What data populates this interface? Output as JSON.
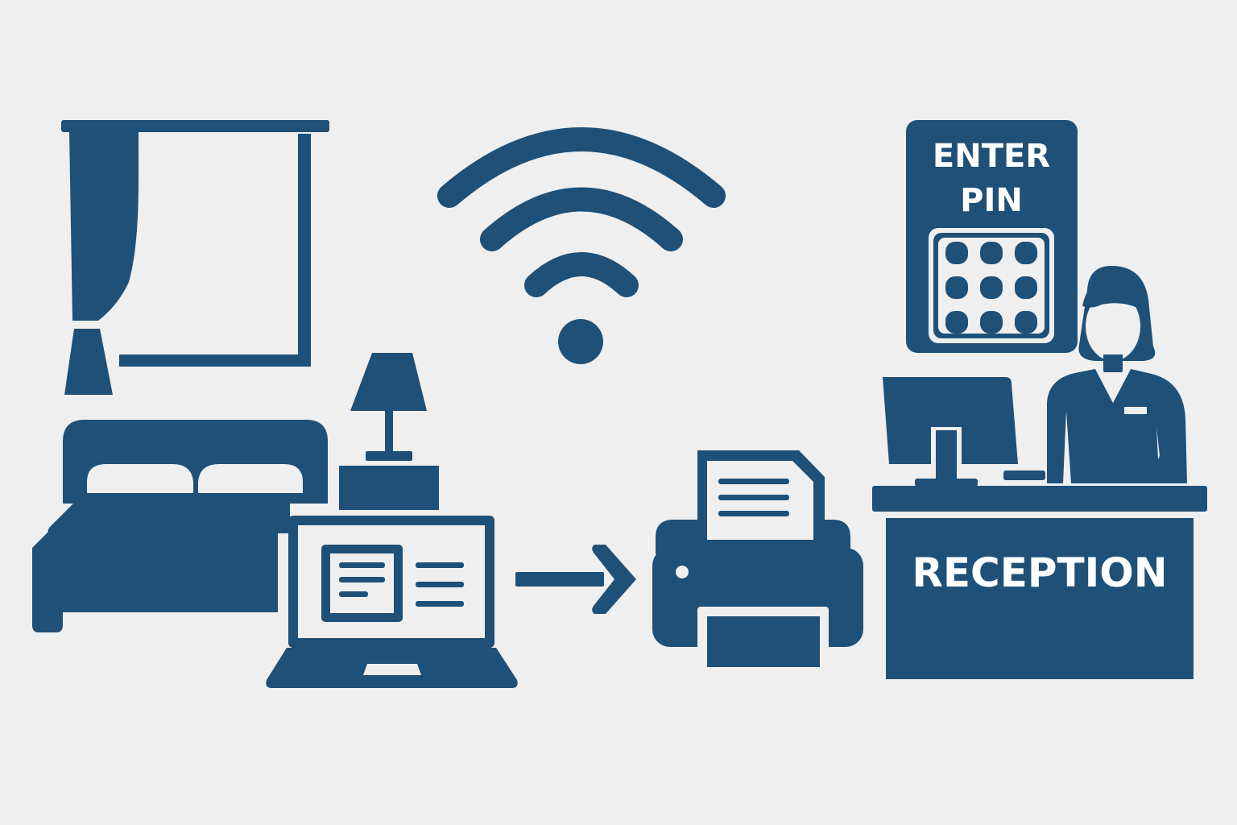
{
  "colors": {
    "primary": "#1e5078",
    "background": "#efefef",
    "contrast": "#ffffff"
  },
  "icons": [
    "window-icon",
    "curtain-icon",
    "bed-icon",
    "lamp-icon",
    "nightstand-icon",
    "laptop-icon",
    "wifi-icon",
    "arrow-right-icon",
    "printer-icon",
    "pin-pad-icon",
    "computer-monitor-icon",
    "receptionist-icon",
    "reception-desk-icon"
  ],
  "pin_panel": {
    "line1": "ENTER",
    "line2": "PIN",
    "keys": 9
  },
  "desk": {
    "label": "RECEPTION"
  }
}
